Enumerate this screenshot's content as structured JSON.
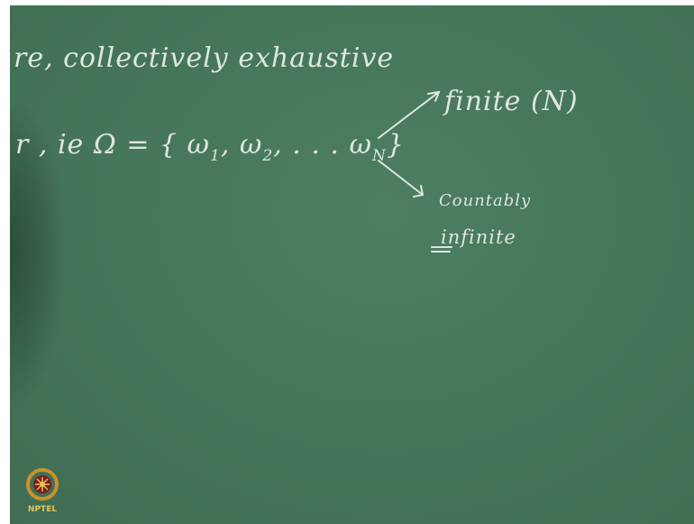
{
  "board": {
    "line1": "re,   collectively exhaustive",
    "line2_prefix": "r  , ie Ω = { ω",
    "sub1": "1",
    "mid": ", ω",
    "sub2": "2",
    "ellipsis": ", . . .  ω",
    "subN": "N",
    "close": "}",
    "finite": "finite (N)",
    "countably": "Countably",
    "infinite": "infinite"
  },
  "logo": {
    "text": "NPTEL",
    "color": "#e8c15a"
  },
  "colors": {
    "board": "#46775b",
    "chalk": "#dfe6df"
  }
}
